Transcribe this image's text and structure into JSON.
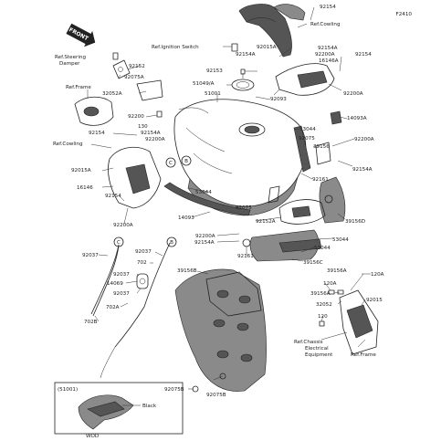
{
  "diagram_code": "F2410",
  "front_label": "FRONT",
  "callouts": {
    "c1": "C",
    "c2": "B",
    "c3": "C",
    "c4": "B"
  },
  "inset": {
    "title": "(51001)",
    "note": "Black",
    "footer": "WOD"
  },
  "labels": [
    {
      "id": "l1",
      "text": "92154"
    },
    {
      "id": "l2",
      "text": "Ref.Cowling"
    },
    {
      "id": "l3",
      "text": "Ref.Ignition Switch"
    },
    {
      "id": "l4",
      "text": "92015A"
    },
    {
      "id": "l5",
      "text": "92154A"
    },
    {
      "id": "l6",
      "text": "92154A"
    },
    {
      "id": "l7",
      "text": "92200A"
    },
    {
      "id": "l8",
      "text": "92154"
    },
    {
      "id": "l9",
      "text": "16146A"
    },
    {
      "id": "l10",
      "text": "92153"
    },
    {
      "id": "l11",
      "text": "51049/A"
    },
    {
      "id": "l12",
      "text": "51001"
    },
    {
      "id": "l13",
      "text": "92093"
    },
    {
      "id": "l14",
      "text": "92200A"
    },
    {
      "id": "l15",
      "text": "Ref.Steering"
    },
    {
      "id": "l16",
      "text": "Damper"
    },
    {
      "id": "l17",
      "text": "92152"
    },
    {
      "id": "l18",
      "text": "92075A"
    },
    {
      "id": "l19",
      "text": "Ref.Frame"
    },
    {
      "id": "l20",
      "text": "32052A"
    },
    {
      "id": "l21",
      "text": "92200"
    },
    {
      "id": "l22",
      "text": "130"
    },
    {
      "id": "l23",
      "text": "92154"
    },
    {
      "id": "l24",
      "text": "92154A"
    },
    {
      "id": "l25",
      "text": "92200A"
    },
    {
      "id": "l26",
      "text": "Ref.Cowling"
    },
    {
      "id": "l27",
      "text": "92015A"
    },
    {
      "id": "l28",
      "text": "16146"
    },
    {
      "id": "l29",
      "text": "92154"
    },
    {
      "id": "l30",
      "text": "92200A"
    },
    {
      "id": "l31",
      "text": "53044"
    },
    {
      "id": "l32",
      "text": "92075"
    },
    {
      "id": "l33",
      "text": "39156"
    },
    {
      "id": "l34",
      "text": "14093A"
    },
    {
      "id": "l35",
      "text": "92200A"
    },
    {
      "id": "l36",
      "text": "92154A"
    },
    {
      "id": "l37",
      "text": "92161"
    },
    {
      "id": "l38",
      "text": "53044"
    },
    {
      "id": "l39",
      "text": "14093"
    },
    {
      "id": "l40",
      "text": "92075"
    },
    {
      "id": "l41",
      "text": "92152A"
    },
    {
      "id": "l42",
      "text": "39156D"
    },
    {
      "id": "l43",
      "text": "92200A"
    },
    {
      "id": "l44",
      "text": "92154A"
    },
    {
      "id": "l45",
      "text": "53044"
    },
    {
      "id": "l46",
      "text": "53044"
    },
    {
      "id": "l47",
      "text": "92161"
    },
    {
      "id": "l48",
      "text": "39156C"
    },
    {
      "id": "l49",
      "text": "92037"
    },
    {
      "id": "l50",
      "text": "92037"
    },
    {
      "id": "l51",
      "text": "702"
    },
    {
      "id": "l52",
      "text": "92037"
    },
    {
      "id": "l53",
      "text": "14069"
    },
    {
      "id": "l54",
      "text": "92037"
    },
    {
      "id": "l55",
      "text": "702A"
    },
    {
      "id": "l56",
      "text": "702B"
    },
    {
      "id": "l57",
      "text": "39156B"
    },
    {
      "id": "l58",
      "text": "92075B"
    },
    {
      "id": "l59",
      "text": "92075B"
    },
    {
      "id": "l60",
      "text": "39156A"
    },
    {
      "id": "l61",
      "text": "120A"
    },
    {
      "id": "l62",
      "text": "120A"
    },
    {
      "id": "l63",
      "text": "39156A"
    },
    {
      "id": "l64",
      "text": "92015"
    },
    {
      "id": "l65",
      "text": "32052"
    },
    {
      "id": "l66",
      "text": "120"
    },
    {
      "id": "l67",
      "text": "Ref.Chassis"
    },
    {
      "id": "l68",
      "text": "Electrical"
    },
    {
      "id": "l69",
      "text": "Equipment"
    },
    {
      "id": "l70",
      "text": "Ref.Frame"
    }
  ]
}
